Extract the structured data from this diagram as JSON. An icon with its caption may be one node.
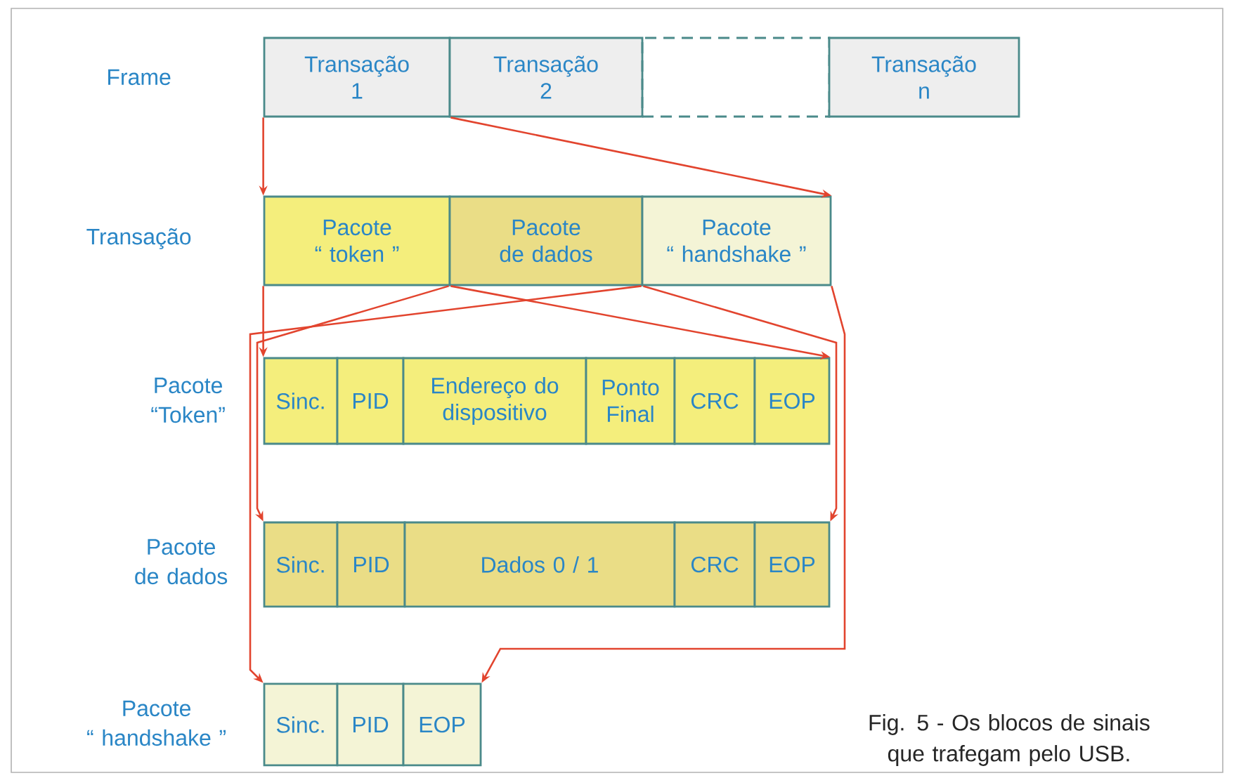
{
  "diagram": {
    "caption": "Fig. 5 - Os blocos de sinais que trafegam pelo USB.",
    "nodes": [
      {
        "text": [
          "Transação 1"
        ]
      },
      {
        "text": [
          "Transação 2"
        ]
      },
      {
        "text": [],
        "shape": "box"
      },
      {
        "text": [
          "Transação n"
        ]
      },
      {
        "text": [
          "Pacote “ token ”"
        ]
      },
      {
        "text": [
          "Pacote de dados"
        ]
      },
      {
        "text": [
          "Pacote “ handshake ”"
        ]
      },
      {
        "text": [
          "Sinc."
        ]
      },
      {
        "text": [
          "PID"
        ]
      },
      {
        "text": [
          "Endereço do dispositivo"
        ]
      },
      {
        "text": [
          "Ponto Final"
        ]
      },
      {
        "text": [
          "CRC"
        ]
      },
      {
        "text": [
          "EOP"
        ]
      },
      {
        "text": [
          "Sinc."
        ]
      },
      {
        "text": [
          "PID"
        ]
      },
      {
        "text": [
          "Dados 0 / 1"
        ]
      },
      {
        "text": [
          "CRC"
        ]
      },
      {
        "text": [
          "EOP"
        ]
      },
      {
        "text": [
          "Sinc."
        ]
      },
      {
        "text": [
          "PID"
        ]
      },
      {
        "text": [
          "EOP"
        ]
      }
    ],
    "edges": [
      {
        "from": 0,
        "to": 4,
        "arrow": "to"
      },
      {
        "from": 0,
        "to": 6,
        "arrow": "to"
      },
      {
        "from": 4,
        "to": 7,
        "arrow": "to"
      },
      {
        "from": 4,
        "to": 12,
        "arrow": "to"
      },
      {
        "from": 5,
        "to": 13,
        "arrow": "to"
      },
      {
        "from": 5,
        "to": 17,
        "arrow": "to"
      },
      {
        "from": 6,
        "to": 18,
        "arrow": "to"
      },
      {
        "from": 6,
        "to": 20,
        "arrow": "to"
      }
    ],
    "labels": [
      "Frame",
      "Transação",
      "Pacote “Token”",
      "Pacote de dados",
      "Pacote “ handshake ”"
    ]
  }
}
